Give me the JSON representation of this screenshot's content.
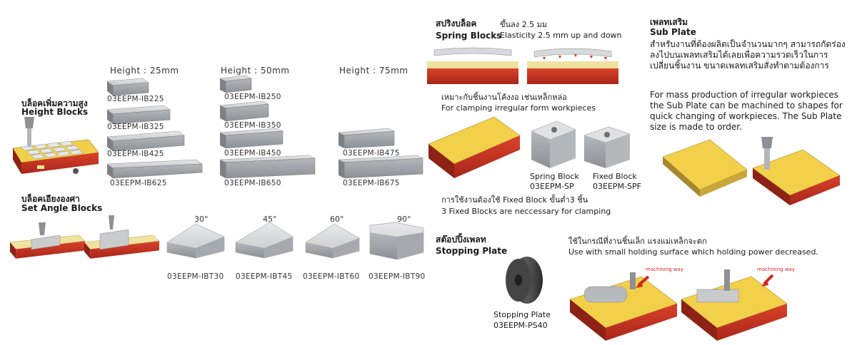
{
  "height_blocks": {
    "title_th": "บล็อคเพิ่มความสูง",
    "title_en": "Height Blocks",
    "column_headers": [
      "Height : 25mm",
      "Height : 50mm",
      "Height : 75mm"
    ],
    "codes": [
      "03EEPM-IB225",
      "03EEPM-IB325",
      "03EEPM-IB425",
      "03EEPM-IB625",
      "03EEPM-IB250",
      "03EEPM-IB350",
      "03EEPM-IB450",
      "03EEPM-IB650",
      "03EEPM-IB475",
      "03EEPM-IB675"
    ]
  },
  "set_angle_blocks": {
    "title_th": "บล็อคเอียงองศา",
    "title_en": "Set Angle Blocks",
    "angles": [
      "30°",
      "45°",
      "60°",
      "90°"
    ],
    "codes": [
      "03EEPM-IBT30",
      "03EEPM-IBT45",
      "03EEPM-IBT60",
      "03EEPM-IBT90"
    ]
  },
  "spring_blocks": {
    "title_th": "สปริงบล็อค",
    "title_en": "Spring Blocks",
    "elasticity_th": "ขึ้นลง 2.5 มม",
    "elasticity_en": "Elasticity 2.5 mm up and down",
    "usage_th": "เหมาะกับชิ้นงานโค้งงอ เช่นเหล็กหล่อ",
    "usage_en": "For clamping irregular form workpieces",
    "spring_block_label": "Spring Block",
    "spring_block_code": "03EEPM-SP",
    "fixed_block_label": "Fixed Block",
    "fixed_block_code": "03EEPM-SPF",
    "note_th": "การใช้งานต้องใช้ Fixed Block ขั้นต่ำ3 ชิ้น",
    "note_en": "3 Fixed Blocks are neccessary for clamping"
  },
  "sub_plate": {
    "title_th": "เพลทเสริม",
    "title_en": "Sub Plate",
    "desc_th": "สำหรับงานที่ต้องผลิตเป็นจำนวนมากๆ สามารถกัดร่องลงไปบนเพลทเสริมได้เลยเพื่อความรวดเร็วในการเปลี่ยนชิ้นงาน ขนาดเพลทเสริมสั่งทำตามต้องการ",
    "desc_en": "For mass production of irregular workpieces the Sub Plate can be machined to shapes for quick changing of workpieces. The Sub Plate size is made to order."
  },
  "stopping_plate": {
    "title_th": "สต๊อปปิ้งเพลท",
    "title_en": "Stopping Plate",
    "label": "Stopping Plate",
    "code": "03EEPM-PS40",
    "usage_th": "ใช้ในกรณีที่งานชิ้นเล็ก แรงแม่เหล็กจะตก",
    "usage_en": "Use with small holding surface which holding power decreased.",
    "arrow_label_1": "machining way",
    "arrow_label_2": "machining way"
  },
  "colors": {
    "chuck_red": "#c8351e",
    "chuck_yellow": "#f2d04a",
    "block_gray": "#c9cbcd",
    "arrow_red": "#d0281c"
  }
}
